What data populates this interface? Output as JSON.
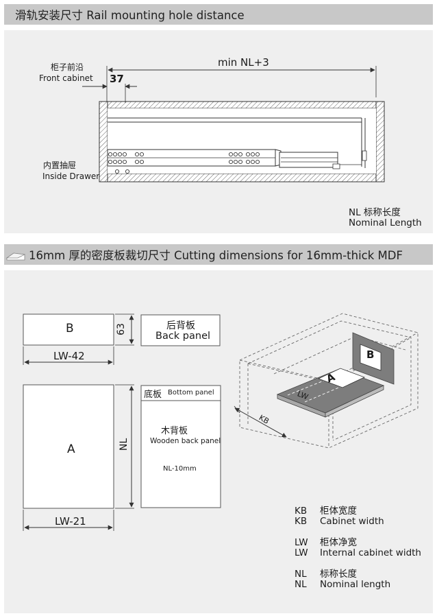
{
  "section1": {
    "title": "滑轨安装尺寸 Rail mounting hole distance",
    "front_cabinet_cn": "柜子前沿",
    "front_cabinet_en": "Front cabinet",
    "dim_37": "37",
    "dim_min_nl": "min NL+3",
    "inside_drawer_cn": "内置抽屉",
    "inside_drawer_en": "Inside Drawer",
    "nl_cn": "NL 标称长度",
    "nl_en": "Nominal Length"
  },
  "section2": {
    "title": "16mm 厚的密度板裁切尺寸  Cutting dimensions for 16mm-thick MDF",
    "panel_b": "B",
    "dim_63": "63",
    "dim_lw42": "LW-42",
    "back_panel_cn": "后背板",
    "back_panel_en": "Back panel",
    "panel_a": "A",
    "dim_nl": "NL",
    "dim_lw21": "LW-21",
    "bottom_panel_cn": "底板",
    "bottom_panel_en": "Bottom panel",
    "wooden_back_cn": "木背板",
    "wooden_back_en": "Wooden back panel",
    "nl_10mm": "NL-10mm",
    "iso_a": "A",
    "iso_b": "B",
    "iso_lw": "LW",
    "iso_kb": "KB",
    "legend": [
      {
        "key": "KB",
        "text": "柜体宽度"
      },
      {
        "key": "KB",
        "text": "Cabinet width"
      },
      {
        "key": "LW",
        "text": "柜体净宽"
      },
      {
        "key": "LW",
        "text": "Internal cabinet width"
      },
      {
        "key": "NL",
        "text": "标称长度"
      },
      {
        "key": "NL",
        "text": "Nominal length"
      }
    ]
  },
  "colors": {
    "header_bg": "#c8c8c8",
    "panel_bg": "#efefef",
    "line": "#333333"
  }
}
